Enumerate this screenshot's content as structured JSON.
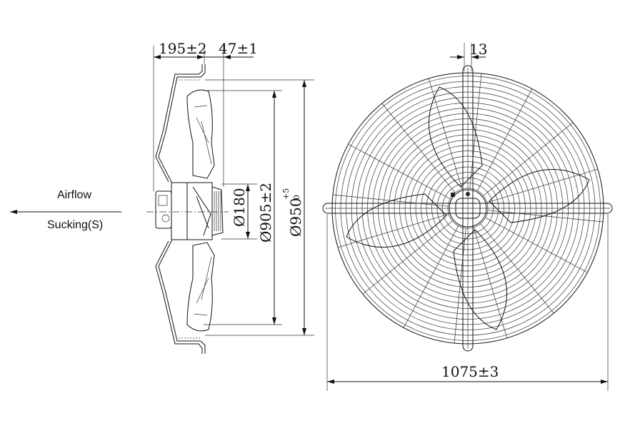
{
  "labels": {
    "airflow": "Airflow",
    "sucking": "Sucking(S)"
  },
  "dimensions": {
    "depth_total": "195±2",
    "depth_offset": "47±1",
    "hub_diameter": "Ø180",
    "blade_diameter": "Ø905±2",
    "ring_diameter": "Ø950",
    "ring_tolerance_upper": "+5",
    "ring_tolerance_lower": "0",
    "bar_width": "13",
    "overall_width": "1075±3"
  }
}
